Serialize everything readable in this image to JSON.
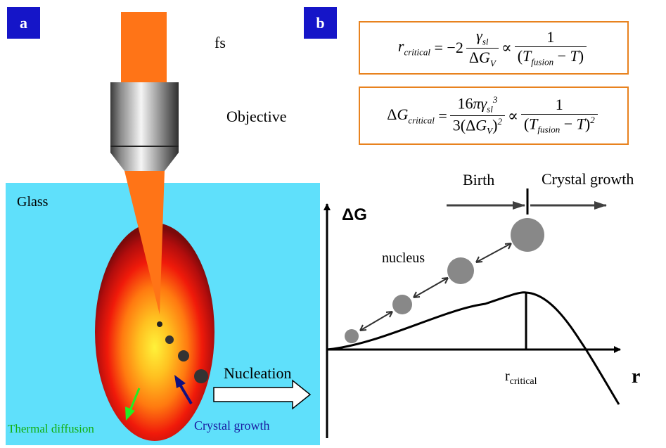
{
  "panels": {
    "a": "a",
    "b": "b"
  },
  "labels": {
    "fs": "fs",
    "objective": "Objective",
    "glass": "Glass",
    "nucleation": "Nucleation",
    "thermal_diffusion": "Thermal diffusion",
    "crystal_growth_a": "Crystal growth"
  },
  "formulas": {
    "r_critical": "r_critical = −2 γ_sl / ΔG_V ∝ 1 / (T_fusion − T)",
    "g_critical": "ΔG_critical = 16πγ_sl^3 / 3(ΔG_V)^2 ∝ 1 / (T_fusion − T)^2"
  },
  "graph": {
    "y_axis_label": "ΔG",
    "x_axis_label": "r",
    "r_critical_label": "r",
    "r_critical_sub": "critical",
    "birth": "Birth",
    "crystal_growth": "Crystal growth",
    "nucleus": "nucleus"
  },
  "colors": {
    "panel_label_bg": "#1515c8",
    "laser": "#ff7417",
    "glass": "#5fe0fb",
    "formula_border": "#e8821e",
    "thermal_diffusion_text": "#12b012",
    "thermal_arrow": "#22ee22",
    "crystal_growth_text": "#1a1aa0",
    "crystal_arrow": "#101080",
    "nucleus_fill": "#888888"
  },
  "icons": {
    "objective": "microscope-objective-icon",
    "nucleation_arrow": "right-arrow-icon"
  }
}
